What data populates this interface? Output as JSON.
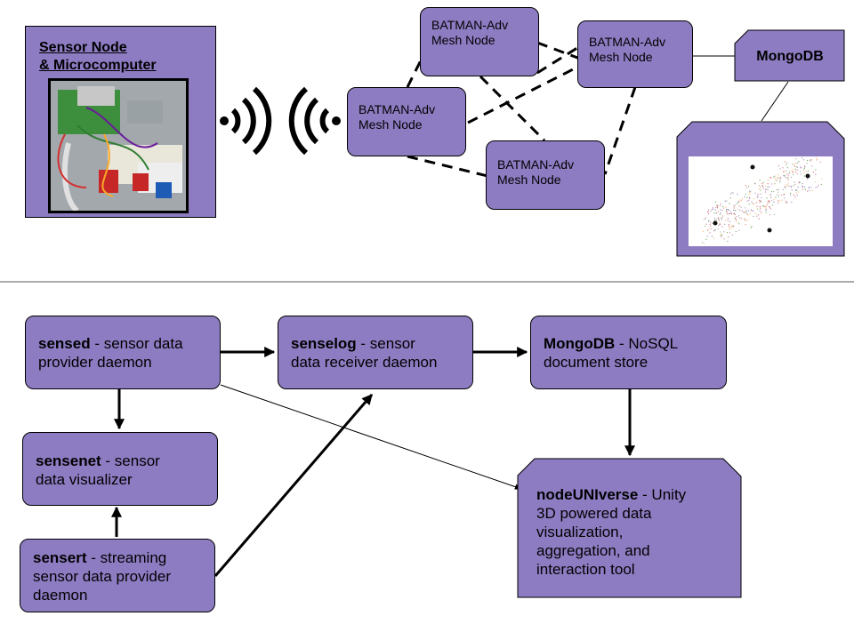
{
  "top": {
    "sensor_node": {
      "title_line1": "Sensor Node",
      "title_line2": "& Microcomputer"
    },
    "mesh_node": {
      "line1": "BATMAN-Adv",
      "line2": "Mesh Node"
    },
    "mongodb": {
      "label": "MongoDB"
    },
    "icons": {
      "wifi": "wifi-signal-icon",
      "photo": "sensor-hardware-photo",
      "chart": "scatter-visualization-icon"
    }
  },
  "bottom": {
    "sensed": {
      "name": "sensed",
      "line1_rest": " - sensor data",
      "line2": "provider daemon"
    },
    "senselog": {
      "name": "senselog",
      "line1_rest": " - sensor",
      "line2": "data receiver daemon"
    },
    "mongodb": {
      "name": "MongoDB",
      "line1_rest": " - NoSQL",
      "line2": "document store"
    },
    "sensenet": {
      "name": "sensenet",
      "line1_rest": " - sensor",
      "line2": "data visualizer"
    },
    "sensert": {
      "name": "sensert",
      "line1_rest": " - streaming",
      "line2": "sensor data provider",
      "line3": "daemon"
    },
    "nodeuniverse": {
      "name": "nodeUNIverse",
      "line1_rest": " - Unity",
      "line2": "3D powered data",
      "line3": "visualization,",
      "line4": "aggregation, and",
      "line5": "interaction tool"
    }
  },
  "colors": {
    "box_fill": "#8e7cc3",
    "border": "#000000"
  }
}
